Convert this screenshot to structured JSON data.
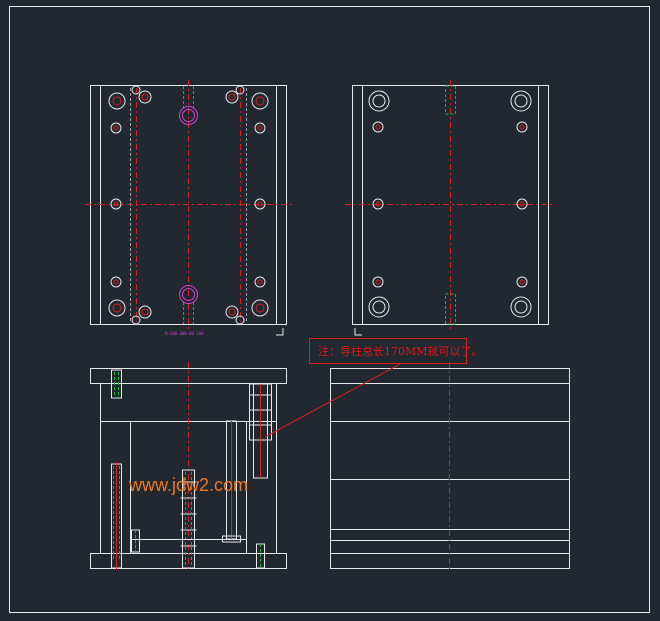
{
  "note": {
    "text": "注：导柱总长170MM就可以了。",
    "color": "#e01818"
  },
  "watermark": {
    "text": "www.jdw2.com",
    "color": "#f07820"
  },
  "tiny_label": {
    "text": "M-200-400-00-100"
  },
  "colors": {
    "background": "#212830",
    "lines": "#e8e8e8",
    "centerline": "#d82020",
    "hidden": "#1fae3a",
    "highlight": "#d040d0"
  }
}
